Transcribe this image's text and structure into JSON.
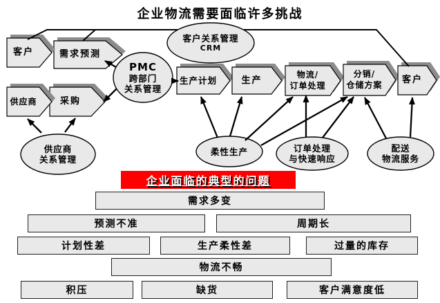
{
  "title": "企业物流需要面临许多挑战",
  "banner": {
    "label": "企业面临的典型的问题",
    "bg_color": "#ff0000",
    "text_color": "#ffffff"
  },
  "shapes": {
    "customer_left": {
      "label": "客户"
    },
    "demand_forecast": {
      "label": "需求预测"
    },
    "supplier": {
      "label": "供应商"
    },
    "procurement": {
      "label": "采购"
    },
    "production_plan": {
      "label": "生产计划"
    },
    "production": {
      "label": "生产"
    },
    "logistics_order": {
      "line1": "物流/",
      "line2": "订单处理"
    },
    "distribution_warehouse": {
      "line1": "分销/",
      "line2": "仓储方案"
    },
    "customer_right": {
      "label": "客户"
    }
  },
  "ellipses": {
    "crm": {
      "line1": "客户关系管理",
      "line2": "CRM"
    },
    "pmc": {
      "line1": "PMC",
      "line2": "跨部门",
      "line3": "关系管理"
    },
    "supplier_relation": {
      "line1": "供应商",
      "line2": "关系管理"
    },
    "flexible_production": {
      "label": "柔性生产"
    },
    "order_quick_response": {
      "line1": "订单处理",
      "line2": "与快速响应"
    },
    "delivery_logistics": {
      "line1": "配送",
      "line2": "物流服务"
    }
  },
  "problems": {
    "demand_volatile": "需求多变",
    "forecast_inaccurate": "预测不准",
    "long_cycle": "周期长",
    "poor_planning": "计划性差",
    "poor_flexibility": "生产柔性差",
    "excess_inventory": "过量的库存",
    "logistics_blocked": "物流不畅",
    "backlog": "积压",
    "stockout": "缺货",
    "low_satisfaction": "客户满意度低"
  },
  "colors": {
    "shape_fill": "#e9e9e9",
    "shape_shadow": "#8c8c8c",
    "line": "#000000",
    "banner_red": "#ff0000"
  }
}
